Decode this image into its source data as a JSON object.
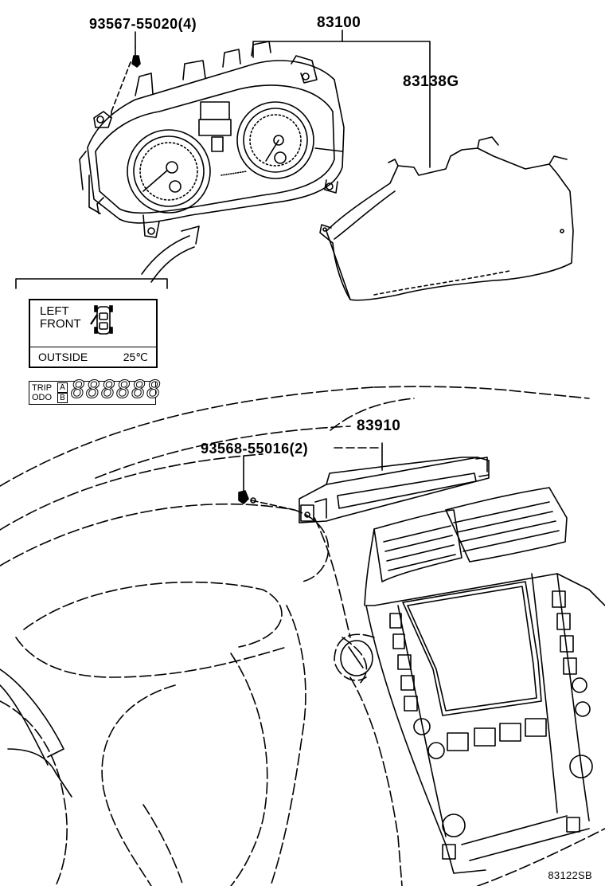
{
  "callouts": {
    "bolt_top": "93567-55020(4)",
    "combination_meter": "83100",
    "meter_cover": "83138G",
    "clock": "83910",
    "bolt_bottom": "93568-55016(2)"
  },
  "inset_display": {
    "line1": "LEFT",
    "line2": "FRONT",
    "outside_label": "OUTSIDE",
    "outside_temp": "25℃"
  },
  "odometer": {
    "trip_label": "TRIP",
    "odo_label": "ODO",
    "a": "A",
    "b": "B",
    "digits": "888888"
  },
  "figure_number": "83122SB"
}
